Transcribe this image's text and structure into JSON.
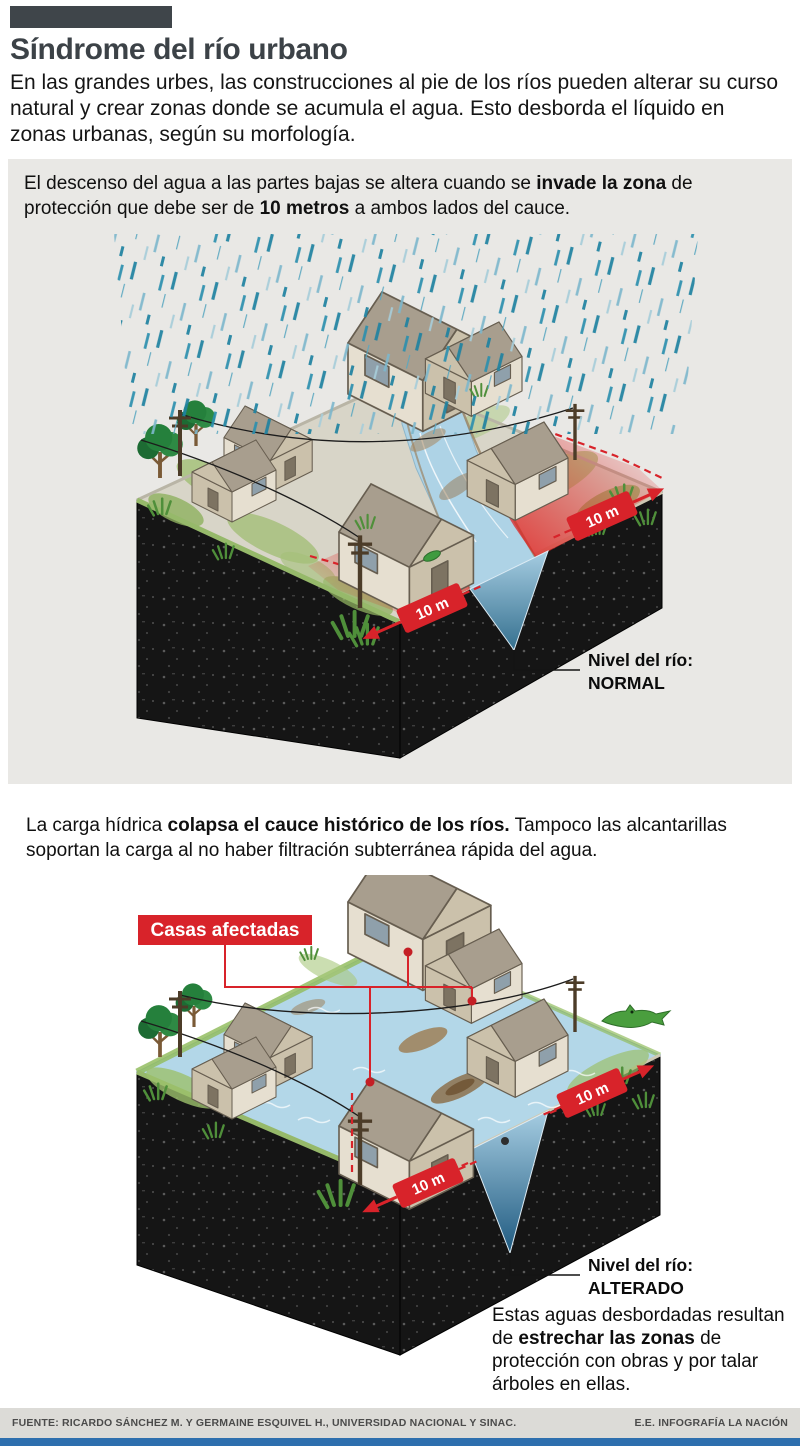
{
  "header": {
    "title": "Síndrome del río urbano",
    "intro": "En las grandes urbes, las construcciones al pie de los ríos pueden alterar su curso natural y crear zonas donde se acumula el agua. Esto desborda el líquido en zonas urbanas, según su morfología."
  },
  "section_normal": {
    "text": {
      "p1": "El descenso del agua a las partes bajas se altera cuando se ",
      "b1": "invade la zona",
      "p2": " de protección que debe ser de ",
      "b2": "10 metros",
      "p3": " a ambos lados del cauce."
    },
    "river_label": {
      "title": "Nivel del río:",
      "value": "NORMAL"
    }
  },
  "section_altered": {
    "text": {
      "p1": "La carga hídrica ",
      "b1": "colapsa el cauce histórico de los ríos.",
      "p2": " Tampoco las alcantarillas soportan la carga al no haber filtración subterránea rápida del agua."
    },
    "badge": "Casas afectadas",
    "river_label": {
      "title": "Nivel del río:",
      "value": "ALTERADO"
    },
    "note": {
      "p1": "Estas aguas desbordadas resultan de ",
      "b1": "estrechar las zonas",
      "p2": " de protección con obras y por talar árboles en ellas."
    }
  },
  "labels": {
    "distance": "10 m"
  },
  "footer": {
    "source": "FUENTE: RICARDO SÁNCHEZ M. Y GERMAINE ESQUIVEL H., UNIVERSIDAD NACIONAL Y SINAC.",
    "credit": "E.E. INFOGRAFÍA LA NACIÓN"
  },
  "colors": {
    "accent_red": "#d8232a",
    "rain_teal": "#1f82a0",
    "water_blue": "#b3d7e8",
    "soil_black": "#151515",
    "panel_gray": "#e9e8e5",
    "footer_blue": "#2e6fae"
  }
}
